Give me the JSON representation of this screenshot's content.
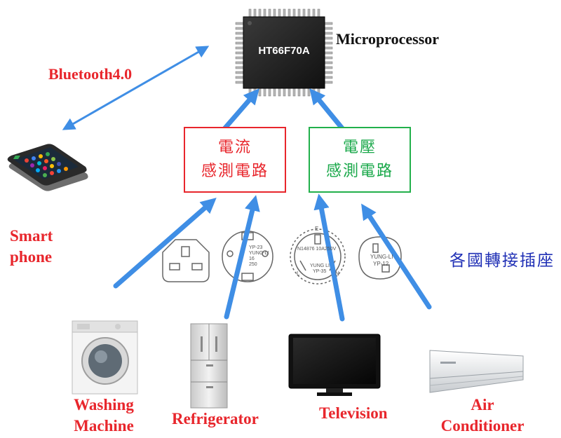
{
  "microprocessor": {
    "chip_label": "HT66F70A",
    "caption": "Microprocessor"
  },
  "link": {
    "bluetooth_label": "Bluetooth4.0"
  },
  "smartphone": {
    "label_line1": "Smart",
    "label_line2": "phone"
  },
  "current_circuit": {
    "line1": "電流",
    "line2": "感測電路"
  },
  "voltage_circuit": {
    "line1": "電壓",
    "line2": "感測電路"
  },
  "socket_panel": {
    "label": "各國轉接插座",
    "sockets": [
      {
        "id": "uk",
        "texts": []
      },
      {
        "id": "schuko",
        "texts": [
          "YP-23",
          "YUNG-LI",
          "16",
          "250"
        ]
      },
      {
        "id": "au",
        "texts": [
          "E",
          "N",
          "L",
          "N14876 10A250V",
          "YUNG LI",
          "YP-35"
        ]
      },
      {
        "id": "us",
        "texts": [
          "YUNG-LI",
          "YP-12"
        ]
      }
    ]
  },
  "appliances": {
    "washing_machine": {
      "line1": "Washing",
      "line2": "Machine"
    },
    "refrigerator": {
      "label": "Refrigerator"
    },
    "television": {
      "label": "Television"
    },
    "air_conditioner": {
      "line1": "Air",
      "line2": "Conditioner"
    }
  },
  "colors": {
    "arrow": "#3f8ee5",
    "red_label": "#e8262c",
    "green_box": "#22b04b",
    "blue_label": "#1f2fb5"
  }
}
